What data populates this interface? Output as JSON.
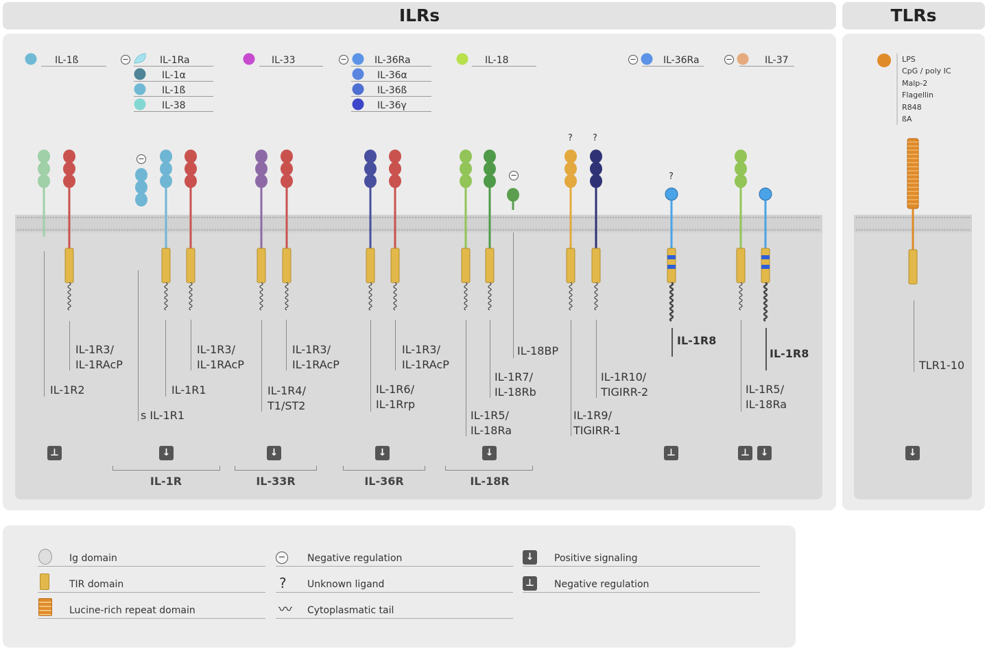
{
  "headers": {
    "ilrs": "ILRs",
    "tlrs": "TLRs"
  },
  "ligands": [
    {
      "label": "IL-1ß",
      "color": "#6fb9d4"
    },
    {
      "label": "IL-1Ra",
      "color": "#a6e1ee"
    },
    {
      "label": "IL-1α",
      "color": "#4e8495"
    },
    {
      "label": "IL-1ß",
      "color": "#6fb9d4"
    },
    {
      "label": "IL-38",
      "color": "#83d7d2"
    },
    {
      "label": "IL-33",
      "color": "#c64bce"
    },
    {
      "label": "IL-36Ra",
      "color": "#5c93e6"
    },
    {
      "label": "IL-36α",
      "color": "#5a86e0"
    },
    {
      "label": "IL-36ß",
      "color": "#4f70d3"
    },
    {
      "label": "IL-36γ",
      "color": "#3d46c8"
    },
    {
      "label": "IL-18",
      "color": "#b7e04c"
    },
    {
      "label": "IL-36Ra",
      "color": "#5c93e6"
    },
    {
      "label": "IL-37",
      "color": "#e5aa7e"
    }
  ],
  "tlr_ligands": [
    "LPS",
    "CpG / poly IC",
    "Malp-2",
    "Flagellin",
    "R848",
    "ßA"
  ],
  "receptor_labels": {
    "il1r2": "IL-1R2",
    "il1r3_a": "IL-1R3/\nIL-1RAcP",
    "sil1r1": "s IL-1R1",
    "il1r1": "IL-1R1",
    "il1r3_b": "IL-1R3/\nIL-1RAcP",
    "il1r4": "IL-1R4/\nT1/ST2",
    "il1r3_c": "IL-1R3/\nIL-1RAcP",
    "il1r6": "IL-1R6/\nIL-1Rrp",
    "il1r3_d": "IL-1R3/\nIL-1RAcP",
    "il1r5_a": "IL-1R5/\nIL-18Ra",
    "il1r7": "IL-1R7/\nIL-18Rb",
    "il18bp": "IL-18BP",
    "il1r9": "IL-1R9/\nTIGIRR-1",
    "il1r10": "IL-1R10/\nTIGIRR-2",
    "il1r8_a": "IL-1R8",
    "il1r5_b": "IL-1R5/\nIL-18Ra",
    "il1r8_b": "IL-1R8",
    "tlr": "TLR1-10"
  },
  "groups": [
    "IL-1R",
    "IL-33R",
    "IL-36R",
    "IL-18R"
  ],
  "unknown_ligand_mark": "?",
  "legend": {
    "ig": "Ig domain",
    "tir": "TIR domain",
    "lrr": "Lucine-rich repeat domain",
    "neg": "Negative regulation",
    "unknown": "Unknown ligand",
    "tail": "Cytoplasmatic tail",
    "pos_sig": "Positive signaling",
    "neg_reg": "Negative regulation"
  },
  "colors": {
    "tir": "#e2b84a",
    "lrr": "#e08b2a",
    "il1r3": "#c9524f",
    "il1r2": "#9fd0a8",
    "il1r1": "#6fb6d4",
    "il1r4": "#8d6aa6",
    "il1r6": "#474f9e",
    "il1r5": "#92c457",
    "il1r7": "#4e9a49",
    "il1r9": "#e3a83e",
    "il1r10": "#2f3375",
    "il1r8": "#4aa3e6",
    "lps": "#e08b2a"
  }
}
